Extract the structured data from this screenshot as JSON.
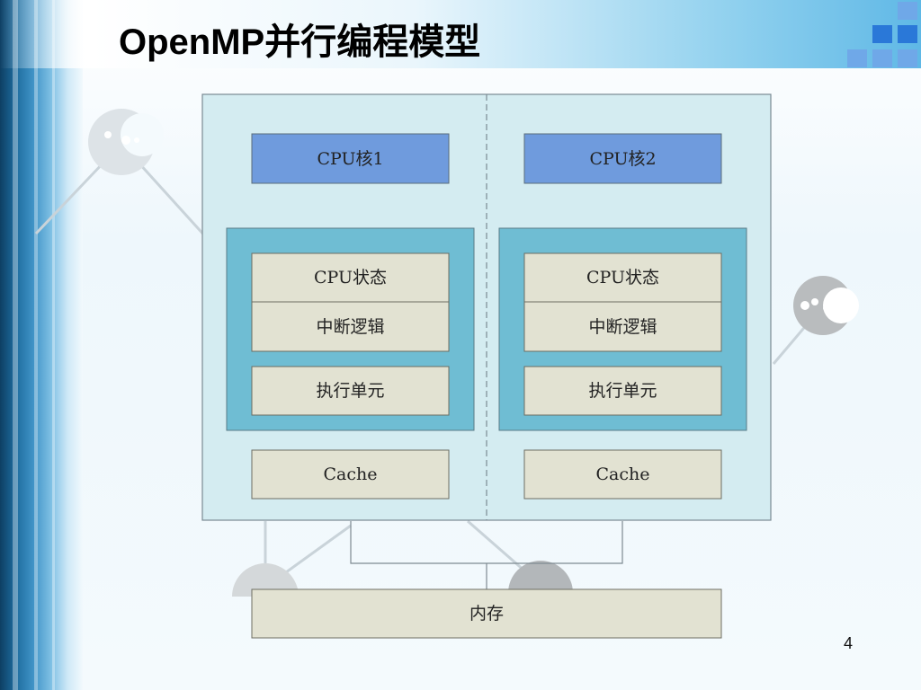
{
  "slide": {
    "title": "OpenMP并行编程模型",
    "page_number": "4"
  },
  "diagram": {
    "cores": [
      {
        "label": "CPU核1",
        "state_label": "CPU状态",
        "interrupt_label": "中断逻辑",
        "exec_label": "执行单元",
        "cache_label": "Cache"
      },
      {
        "label": "CPU核2",
        "state_label": "CPU状态",
        "interrupt_label": "中断逻辑",
        "exec_label": "执行单元",
        "cache_label": "Cache"
      }
    ],
    "memory_label": "内存"
  },
  "colors": {
    "core_header_fill": "#6f9bdd",
    "core_group_fill": "#6fbdd3",
    "unit_fill": "#e2e2d2",
    "outer_fill": "#d4ecf1",
    "border": "#6d7f8a"
  }
}
